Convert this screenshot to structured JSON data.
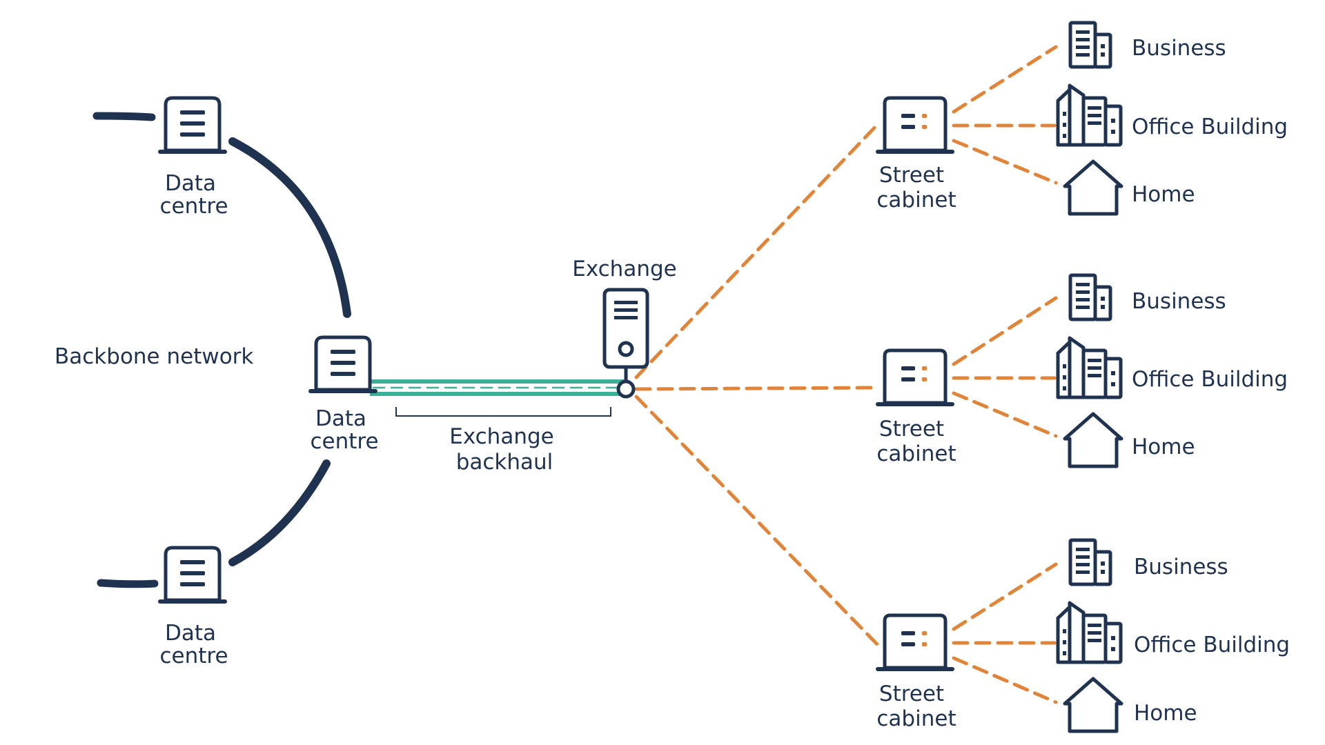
{
  "colors": {
    "navy": "#1f3350",
    "orange": "#df8439",
    "teal": "#3fae96"
  },
  "labels": {
    "backbone": "Backbone network",
    "exchange": "Exchange",
    "backhaul_line1": "Exchange",
    "backhaul_line2": "backhaul",
    "dc_line1": "Data",
    "dc_line2": "centre",
    "cabinet_line1": "Street",
    "cabinet_line2": "cabinet",
    "business": "Business",
    "office": "Office Building",
    "home": "Home"
  },
  "icons": {
    "data_centre": "data-centre-icon",
    "exchange": "exchange-server-icon",
    "cabinet": "street-cabinet-icon",
    "business": "business-building-icon",
    "office": "office-building-icon",
    "home": "home-icon"
  }
}
